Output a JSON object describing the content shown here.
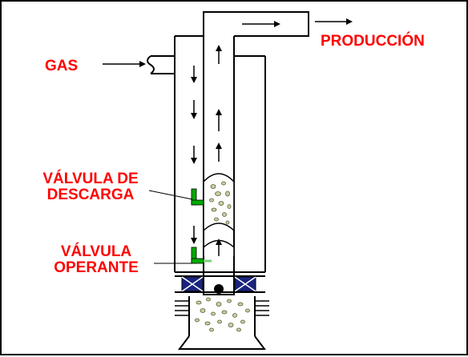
{
  "labels": {
    "gas": "GAS",
    "produccion": "PRODUCCIÓN",
    "valvula_descarga": [
      "VÁLVULA DE",
      "DESCARGA"
    ],
    "valvula_operante": [
      "VÁLVULA",
      "OPERANTE"
    ]
  },
  "colors": {
    "label_text": "#ff0000",
    "line": "#000000",
    "valve": "#00aa00",
    "packer": "#1a237e",
    "gas_bubble": "#c8cfa3",
    "liquid_mix": "#a8b07a",
    "background": "#ffffff"
  }
}
